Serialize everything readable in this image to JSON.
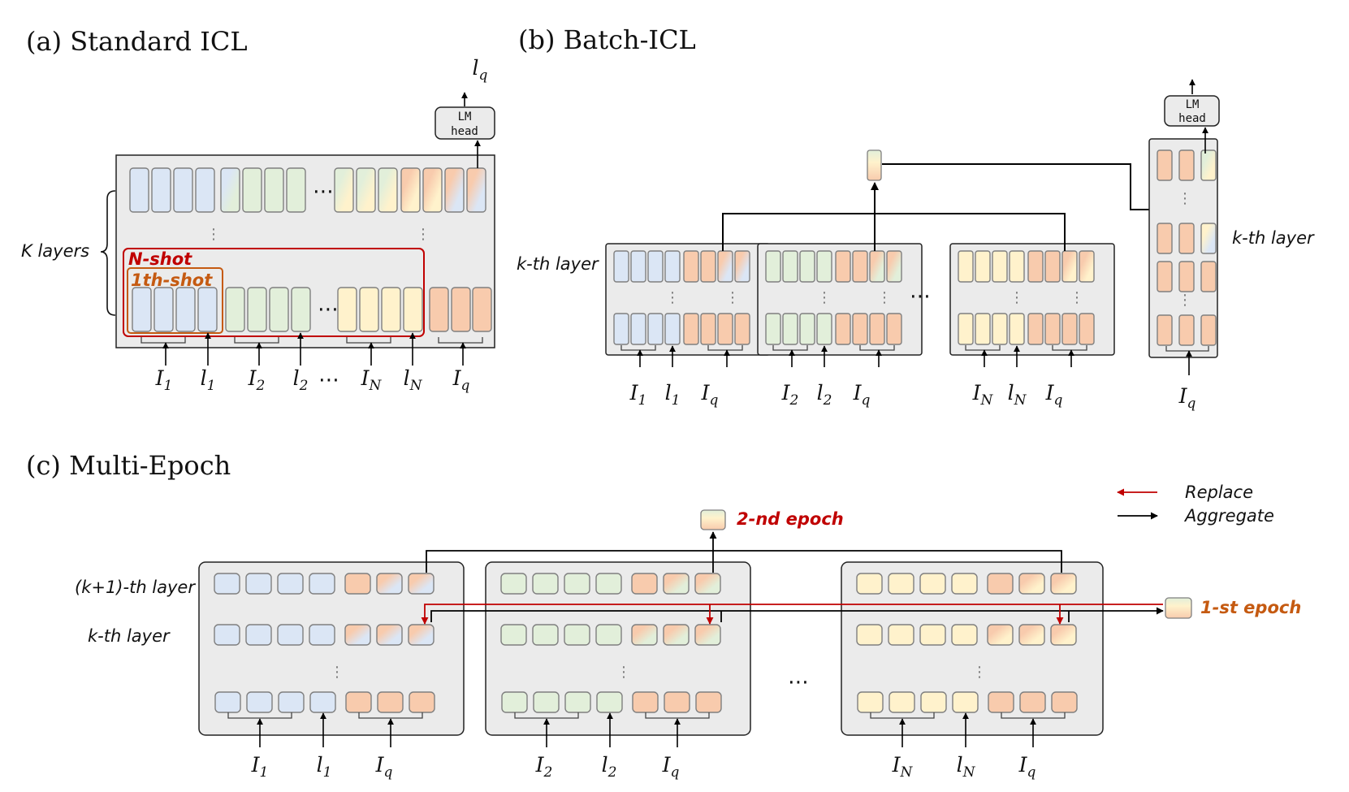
{
  "panels": {
    "a": {
      "title": "(a) Standard ICL",
      "layers_label": "K layers",
      "nshot_label": "N-shot",
      "oneshot_label": "1th-shot"
    },
    "b": {
      "title": "(b) Batch-ICL",
      "kth_label": "k-th layer",
      "kth_label_right": "k-th layer"
    },
    "c": {
      "title": "(c) Multi-Epoch",
      "k1_label": "(k+1)-th layer",
      "k_label": "k-th layer",
      "epoch2_label": "2-nd epoch",
      "epoch1_label": "1-st epoch"
    }
  },
  "legend": {
    "replace": "Replace",
    "aggregate": "Aggregate"
  },
  "lm_head": {
    "line1": "LM",
    "line2": "head"
  },
  "symbols": {
    "I1": "I",
    "I1s": "1",
    "l1": "l",
    "l1s": "1",
    "I2": "I",
    "I2s": "2",
    "l2": "l",
    "l2s": "2",
    "IN": "I",
    "INs": "N",
    "lN": "l",
    "lNs": "N",
    "Iq": "I",
    "Iqs": "q",
    "lq": "l",
    "lqs": "q"
  },
  "ellipsis": "⋯",
  "colors": {
    "blue": "#dbe6f5",
    "green": "#e2efda",
    "yellow": "#fff2cc",
    "orange": "#f8cbad",
    "panel": "#ebebeb",
    "red": "#c00000",
    "darkorange": "#c55a11",
    "stroke": "#7f7f7f"
  }
}
